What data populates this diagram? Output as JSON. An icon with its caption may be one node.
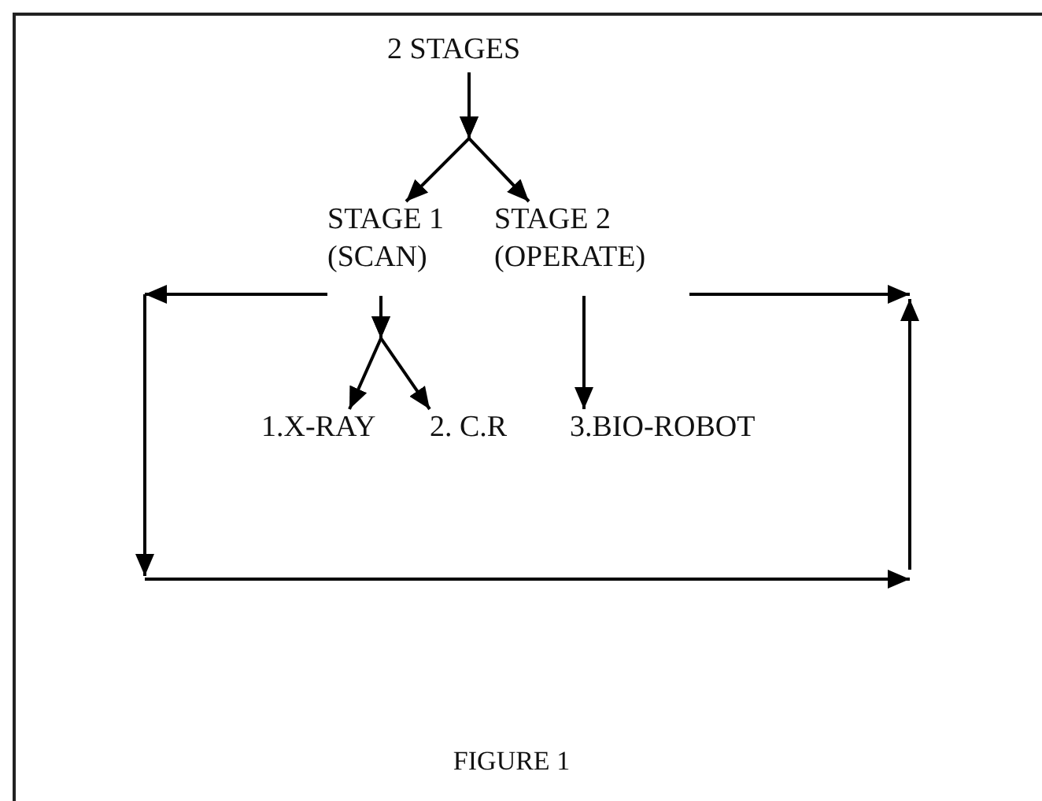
{
  "diagram": {
    "caption": "FIGURE 1",
    "nodes": [
      {
        "text": [
          "2 STAGES"
        ]
      },
      {
        "text": [
          "STAGE 1 (SCAN)"
        ]
      },
      {
        "text": [
          "STAGE 2 (OPERATE)"
        ]
      },
      {
        "text": [
          "1.X-RAY"
        ]
      },
      {
        "text": [
          "2. C.R"
        ]
      },
      {
        "text": [
          "3.BIO-ROBOT"
        ]
      }
    ],
    "edges": [
      {
        "from": 0,
        "to": 1,
        "arrow": "to"
      },
      {
        "from": 0,
        "to": 2,
        "arrow": "to"
      },
      {
        "from": 1,
        "to": 3,
        "arrow": "to"
      },
      {
        "from": 1,
        "to": 4,
        "arrow": "to"
      },
      {
        "from": 2,
        "to": 5,
        "arrow": "to"
      },
      {
        "from": 1,
        "to": null,
        "arrow": "to"
      },
      {
        "from": 2,
        "to": null,
        "arrow": "to"
      }
    ]
  }
}
